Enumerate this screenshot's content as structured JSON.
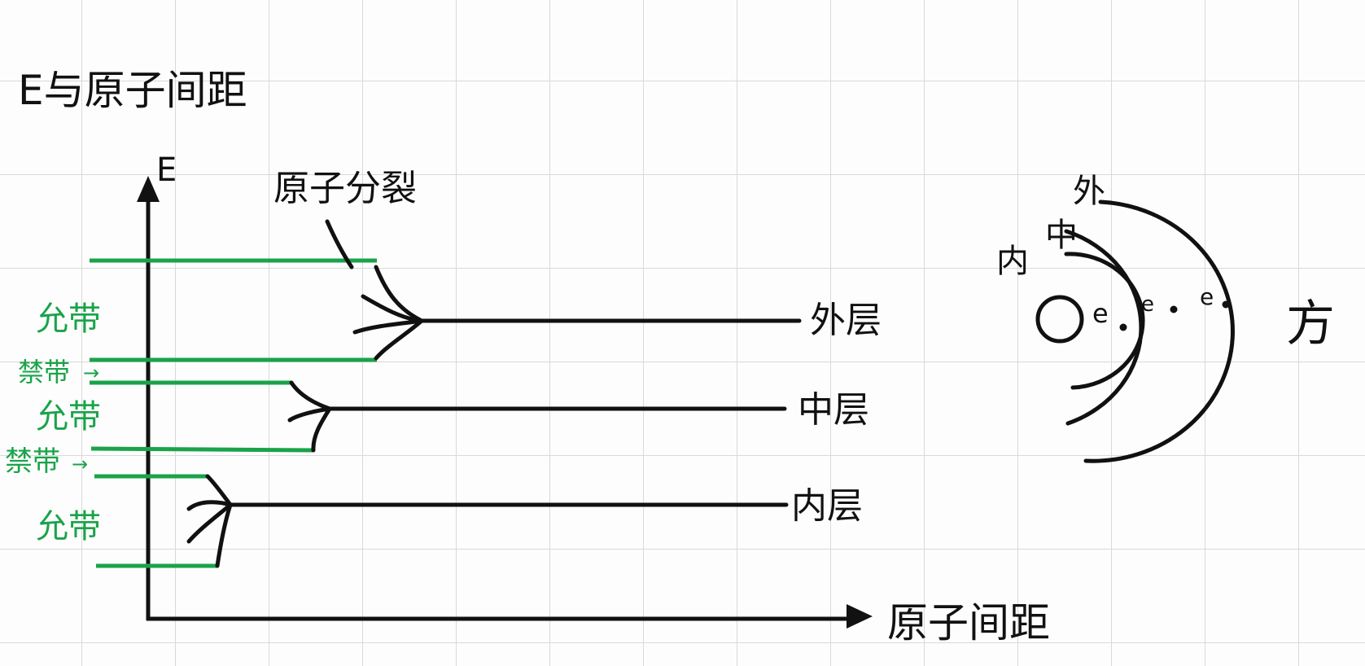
{
  "colors": {
    "ink": "#111111",
    "band": "#1aa34a",
    "grid": "#d9d9d9"
  },
  "labels": {
    "title": "E与原子间距",
    "y_axis": "E",
    "x_axis": "原子间距",
    "split": "原子分裂",
    "level_outer": "外层",
    "level_middle": "中层",
    "level_inner": "内层",
    "allowed_band_1": "允带",
    "allowed_band_2": "允带",
    "allowed_band_3": "允带",
    "forbidden_band_1": "禁带",
    "forbidden_band_2": "禁带"
  },
  "atom": {
    "shell_outer": "外",
    "shell_middle": "中",
    "shell_inner": "内",
    "electron_1": "e",
    "electron_2": "e",
    "electron_3": "e",
    "side_label": "方"
  }
}
